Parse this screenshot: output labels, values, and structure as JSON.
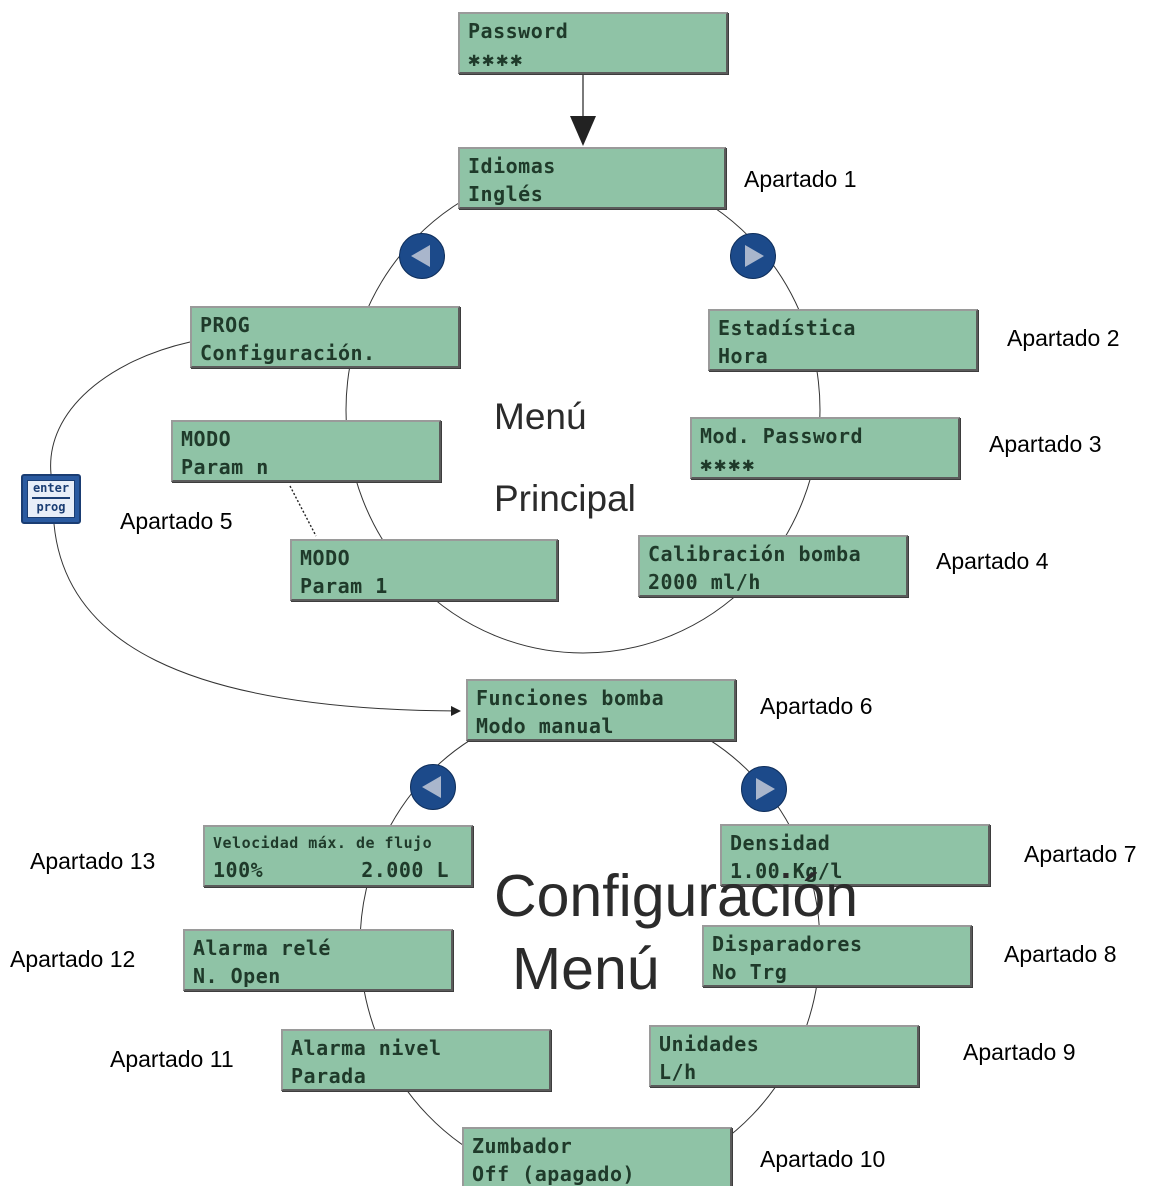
{
  "screens": {
    "password": {
      "line1": "Password",
      "line2": "✱✱✱✱"
    },
    "idiomas": {
      "line1": "Idiomas",
      "line2": "Inglés"
    },
    "estadistica": {
      "line1": "Estadística",
      "line2": "Hora"
    },
    "mod_password": {
      "line1": "Mod. Password",
      "line2": "✱✱✱✱"
    },
    "calibracion": {
      "line1": "Calibración bomba",
      "line2": "2000 ml/h"
    },
    "prog": {
      "line1": "PROG",
      "line2": "Configuración."
    },
    "modo_n": {
      "line1": "MODO",
      "line2": "Param n"
    },
    "modo_1": {
      "line1": "MODO",
      "line2": "Param 1"
    },
    "funciones": {
      "line1": "Funciones bomba",
      "line2": "Modo manual"
    },
    "densidad": {
      "line1": "Densidad",
      "line2": "1.00 Kg/l"
    },
    "disparadores": {
      "line1": "Disparadores",
      "line2": "No Trg"
    },
    "unidades": {
      "line1": "Unidades",
      "line2": "L/h"
    },
    "zumbador": {
      "line1": "Zumbador",
      "line2": "Off (apagado)"
    },
    "alarma_nivel": {
      "line1": "Alarma nivel",
      "line2": "Parada"
    },
    "alarma_rele": {
      "line1": "Alarma relé",
      "line2": "N. Open"
    },
    "velocidad": {
      "line1": "Velocidad máx. de flujo",
      "line2_left": "100%",
      "line2_right": "2.000 L"
    }
  },
  "labels": {
    "a1": "Apartado 1",
    "a2": "Apartado 2",
    "a3": "Apartado 3",
    "a4": "Apartado 4",
    "a5": "Apartado 5",
    "a6": "Apartado 6",
    "a7": "Apartado 7",
    "a8": "Apartado 8",
    "a9": "Apartado 9",
    "a10": "Apartado 10",
    "a11": "Apartado 11",
    "a12": "Apartado 12",
    "a13": "Apartado 13"
  },
  "titles": {
    "main_line1": "Menú",
    "main_line2": "Principal",
    "config_line1": "Configuración",
    "config_line2": "Menú"
  },
  "enter_key": {
    "top": "enter",
    "bottom": "prog"
  },
  "colors": {
    "lcd_background": "#8fc3a6",
    "nav_button": "#1c4a8a",
    "nav_arrow": "#a9b6cc"
  },
  "icons": [
    "left-arrow-button-icon",
    "right-arrow-button-icon",
    "enter-prog-key-icon"
  ]
}
